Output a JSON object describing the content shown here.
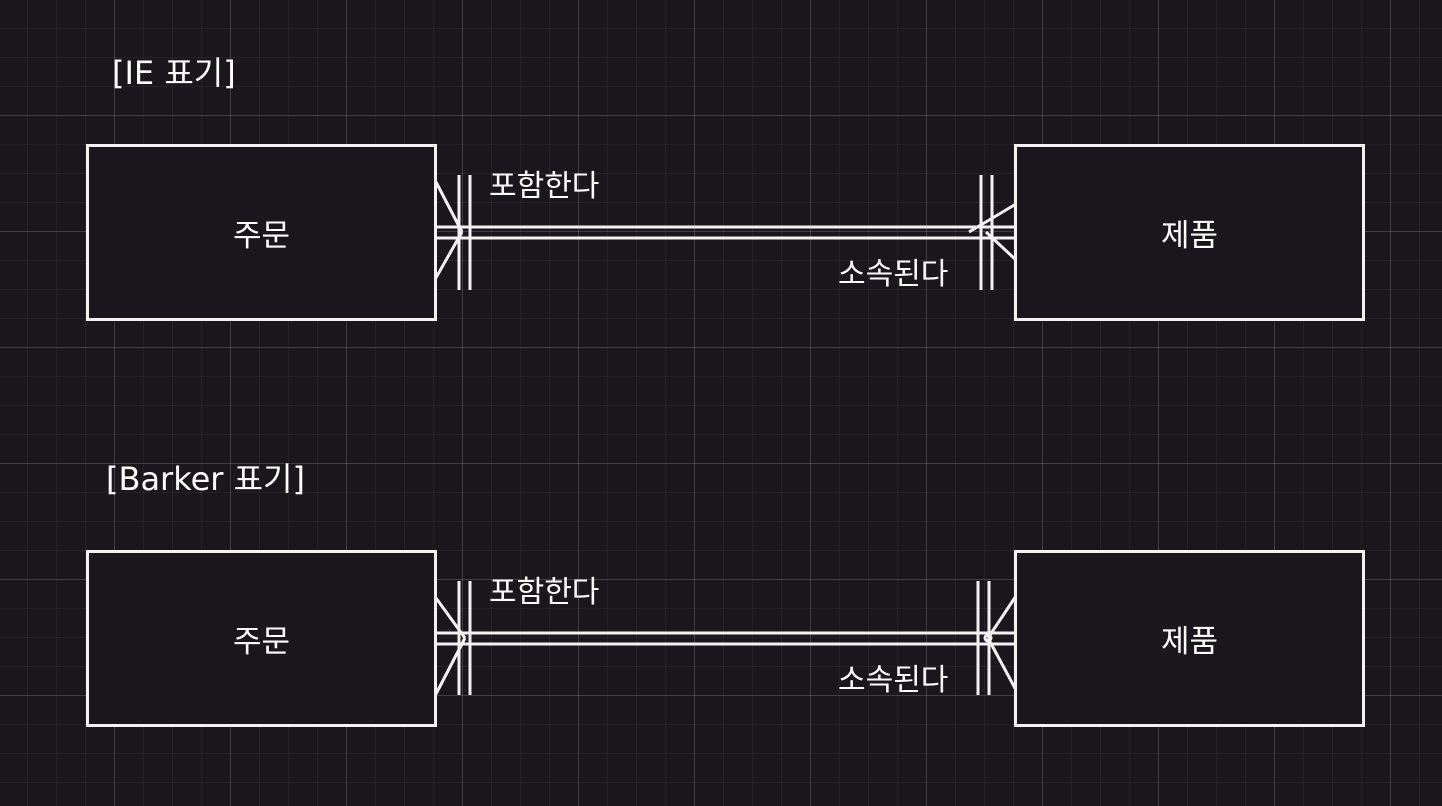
{
  "diagrams": [
    {
      "title": "[IE 표기]",
      "left_entity": "주문",
      "right_entity": "제품",
      "left_relation": "포함한다",
      "right_relation": "소속된다"
    },
    {
      "title": "[Barker 표기]",
      "left_entity": "주문",
      "right_entity": "제품",
      "left_relation": "포함한다",
      "right_relation": "소속된다"
    }
  ]
}
